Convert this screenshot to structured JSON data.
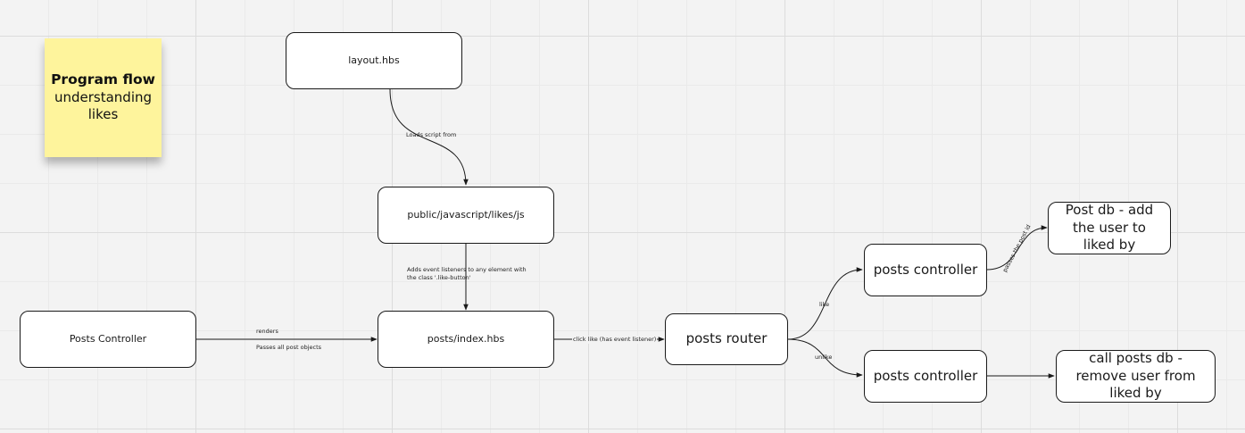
{
  "sticky": {
    "title": "Program flow",
    "subtitle": "understanding likes"
  },
  "nodes": {
    "layout": "layout.hbs",
    "likes_js": "public/javascript/likes/js",
    "posts_controller_left": "Posts Controller",
    "posts_index": "posts/index.hbs",
    "posts_router": "posts router",
    "posts_controller_like": "posts controller",
    "posts_controller_unlike": "posts controller",
    "post_db_add": "Post db - add the user to liked by",
    "post_db_remove": "call posts db - remove user from liked by"
  },
  "edges": {
    "loads_script": "Loads script from",
    "adds_listeners": "Adds event listeners to any element with the class '.like-button'",
    "renders": "renders",
    "passes_posts": "Passes all post objects",
    "click_like": "click like (has event listener)",
    "like": "like",
    "unlike": "unlike",
    "passes_post_id": "passes the post id"
  }
}
